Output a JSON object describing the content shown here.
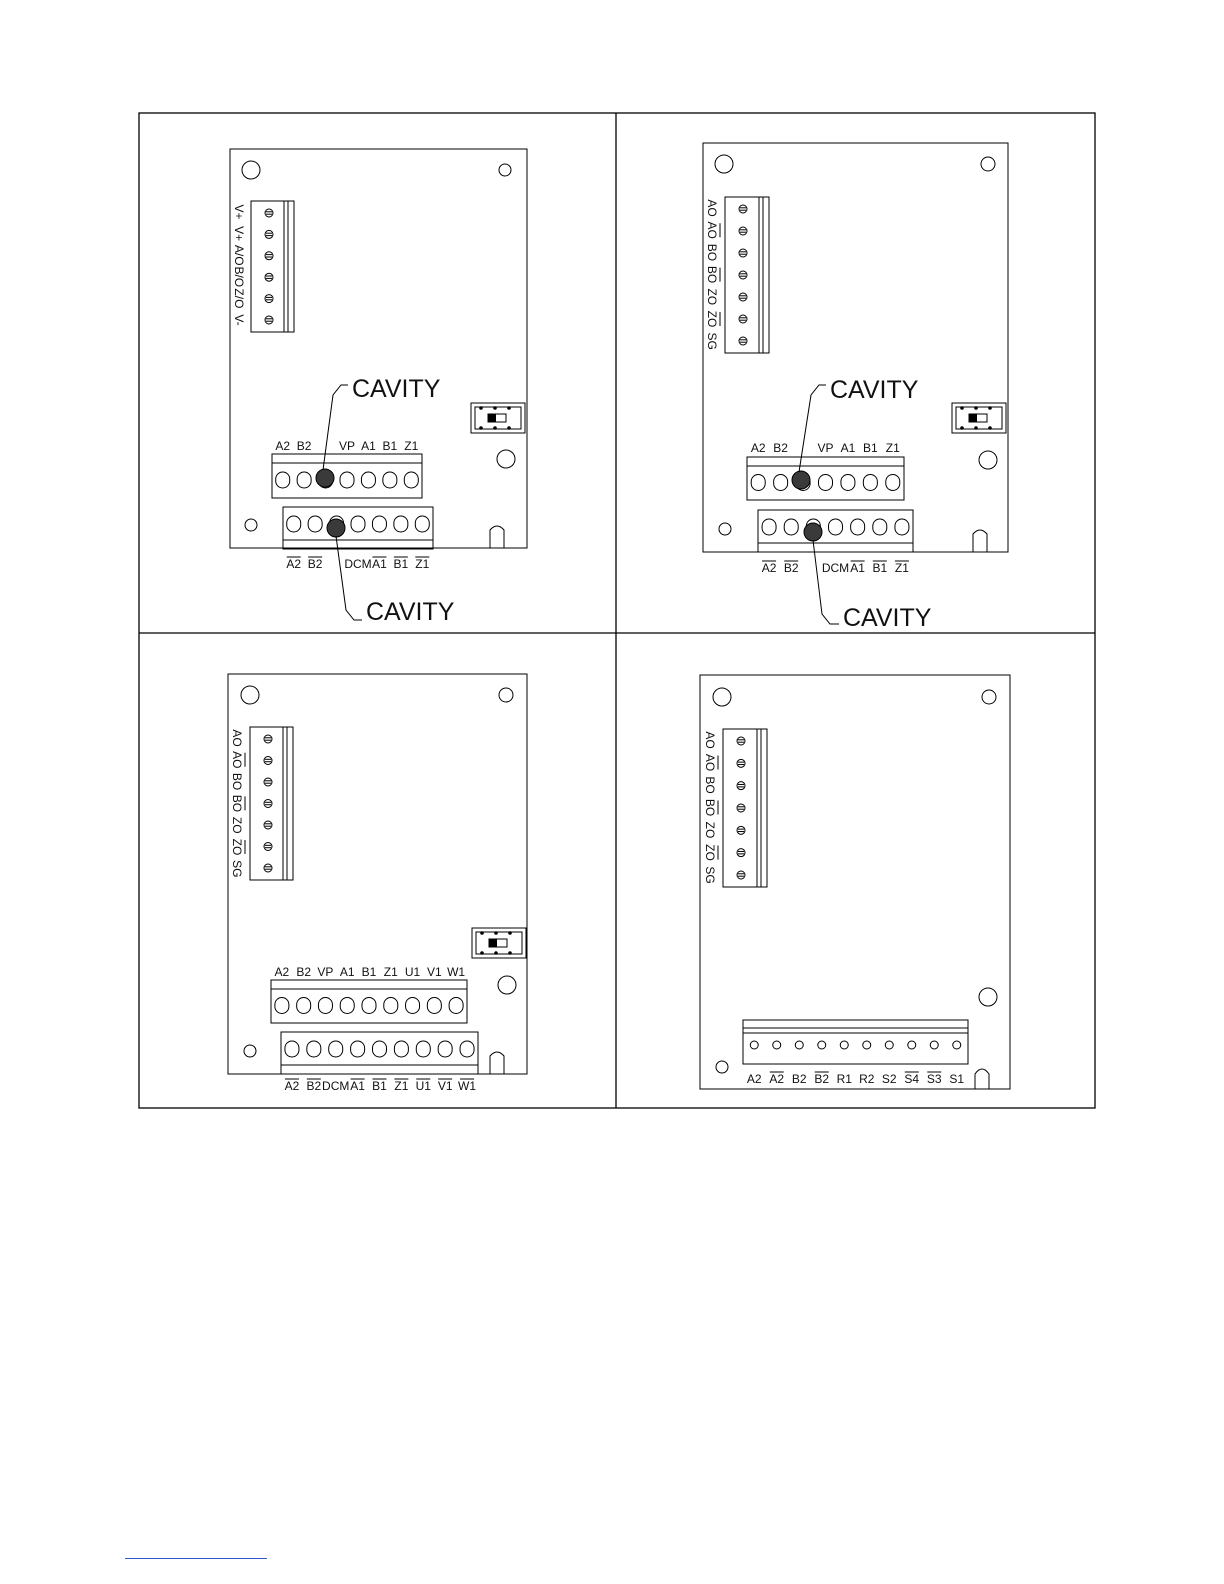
{
  "cavity_label": "CAVITY",
  "overline_mark": "‾",
  "panels": [
    {
      "vertical_block": {
        "labels": [
          "V+",
          "V+",
          "A/O",
          "B/O",
          "Z/O",
          "V-"
        ],
        "overlined": [
          false,
          false,
          false,
          false,
          false,
          false
        ]
      },
      "upper_terminal": {
        "labels": [
          "A2",
          "B2",
          "",
          "VP",
          "A1",
          "B1",
          "Z1"
        ],
        "overlined": [
          false,
          false,
          false,
          false,
          false,
          false,
          false
        ]
      },
      "lower_terminal": {
        "labels": [
          "A2",
          "B2",
          "",
          "DCM",
          "A1",
          "B1",
          "Z1"
        ],
        "overlined": [
          true,
          true,
          false,
          false,
          true,
          true,
          true
        ]
      },
      "has_switch": true,
      "cavities": 2
    },
    {
      "vertical_block": {
        "labels": [
          "AO",
          "AO",
          "BO",
          "BO",
          "ZO",
          "ZO",
          "SG"
        ],
        "overlined": [
          false,
          true,
          false,
          true,
          false,
          true,
          false
        ]
      },
      "upper_terminal": {
        "labels": [
          "A2",
          "B2",
          "",
          "VP",
          "A1",
          "B1",
          "Z1"
        ],
        "overlined": [
          false,
          false,
          false,
          false,
          false,
          false,
          false
        ]
      },
      "lower_terminal": {
        "labels": [
          "A2",
          "B2",
          "",
          "DCM",
          "A1",
          "B1",
          "Z1"
        ],
        "overlined": [
          true,
          true,
          false,
          false,
          true,
          true,
          true
        ]
      },
      "has_switch": true,
      "cavities": 2
    },
    {
      "vertical_block": {
        "labels": [
          "AO",
          "AO",
          "BO",
          "BO",
          "ZO",
          "ZO",
          "SG"
        ],
        "overlined": [
          false,
          true,
          false,
          true,
          false,
          true,
          false
        ]
      },
      "upper_terminal": {
        "labels": [
          "A2",
          "B2",
          "VP",
          "A1",
          "B1",
          "Z1",
          "U1",
          "V1",
          "W1"
        ],
        "overlined": [
          false,
          false,
          false,
          false,
          false,
          false,
          false,
          false,
          false
        ]
      },
      "lower_terminal": {
        "labels": [
          "A2",
          "B2",
          "DCM",
          "A1",
          "B1",
          "Z1",
          "U1",
          "V1",
          "W1"
        ],
        "overlined": [
          true,
          true,
          false,
          true,
          true,
          true,
          true,
          true,
          true
        ]
      },
      "has_switch": true,
      "cavities": 0
    },
    {
      "vertical_block": {
        "labels": [
          "AO",
          "AO",
          "BO",
          "BO",
          "ZO",
          "ZO",
          "SG"
        ],
        "overlined": [
          false,
          true,
          false,
          true,
          false,
          true,
          false
        ]
      },
      "single_terminal": {
        "labels": [
          "A2",
          "A2",
          "B2",
          "B2",
          "R1",
          "R2",
          "S2",
          "S4",
          "S3",
          "S1"
        ],
        "overlined": [
          false,
          true,
          false,
          true,
          false,
          false,
          false,
          true,
          true,
          false
        ]
      },
      "has_switch": false,
      "cavities": 0
    }
  ]
}
